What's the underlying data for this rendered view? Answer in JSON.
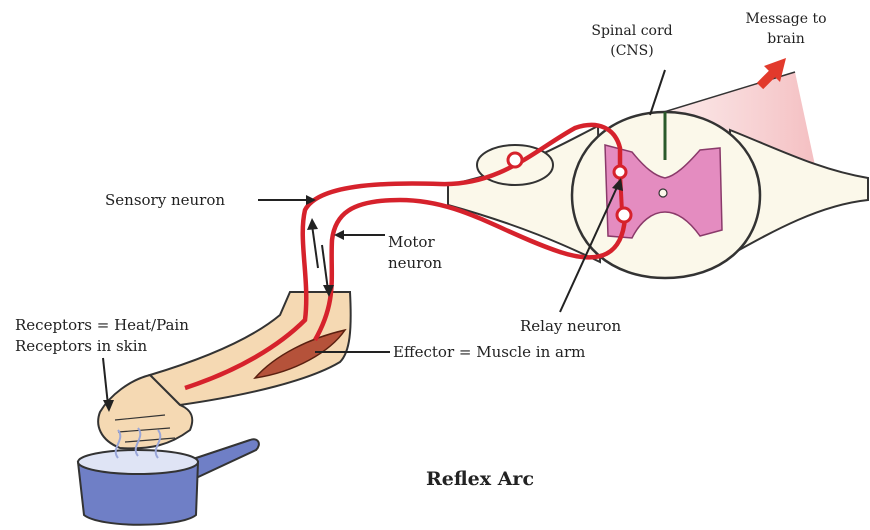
{
  "title": "Reflex Arc",
  "labels": {
    "spinal_cord_line1": "Spinal cord",
    "spinal_cord_line2": "(CNS)",
    "message_line1": "Message to",
    "message_line2": "brain",
    "sensory_neuron": "Sensory neuron",
    "motor_line1": "Motor",
    "motor_line2": "neuron",
    "receptors_line1": "Receptors = Heat/Pain",
    "receptors_line2": "Receptors in skin",
    "relay_neuron": "Relay neuron",
    "effector": "Effector = Muscle in arm"
  },
  "colors": {
    "neuron": "#d6222c",
    "skin": "#f5d9b3",
    "cord_tissue": "#fbf8ea",
    "grey_matter": "#e48cc0",
    "pan": "#6f7fc6",
    "arrow": "#e23a2c",
    "muscle": "#b5523a"
  }
}
